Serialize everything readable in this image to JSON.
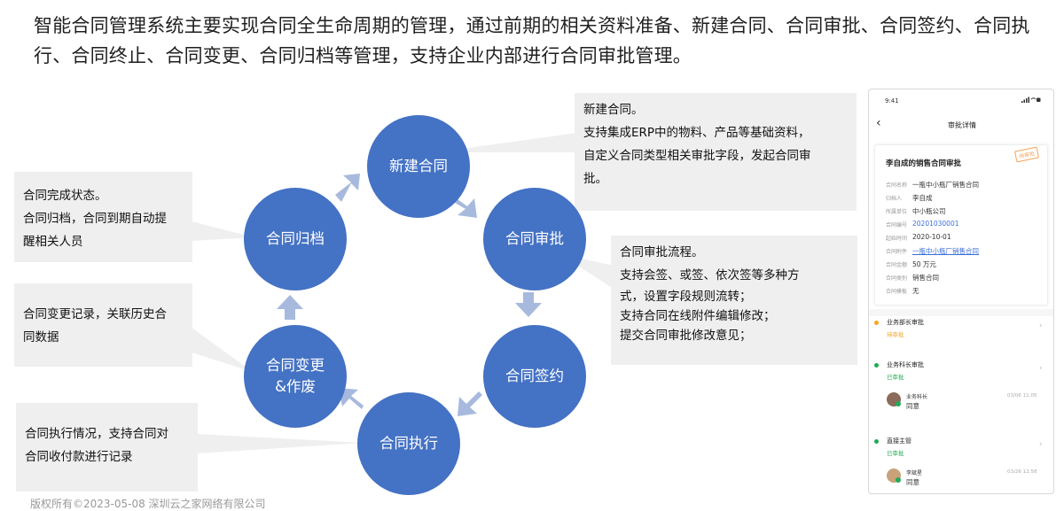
{
  "intro": "智能合同管理系统主要实现合同全生命周期的管理，通过前期的相关资料准备、新建合同、合同审批、合同签约、合同执行、合同终止、合同变更、合同归档等管理，支持企业内部进行合同审批管理。",
  "cycle": {
    "create": "新建合同",
    "approve": "合同审批",
    "sign": "合同签约",
    "execute": "合同执行",
    "change_line1": "合同变更",
    "change_line2": "&作废",
    "archive": "合同归档"
  },
  "callouts": {
    "create": [
      "新建合同。",
      "支持集成ERP中的物料、产品等基础资料，",
      "自定义合同类型相关审批字段，发起合同审",
      "批。"
    ],
    "approve": [
      "合同审批流程。",
      "支持会签、或签、依次签等多种方",
      "式，设置字段规则流转；",
      "支持合同在线附件编辑修改；",
      "提交合同审批修改意见；"
    ],
    "archive": [
      "合同完成状态。",
      "合同归档，合同到期自动提",
      "醒相关人员"
    ],
    "change": [
      "合同变更记录，关联历史合",
      "同数据"
    ],
    "execute": [
      "合同执行情况，支持合同对",
      "合同收付款进行记录"
    ]
  },
  "phone": {
    "time": "9:41",
    "status_icons": "signal-wifi-battery",
    "back": "‹",
    "title": "审批详情",
    "card_title": "李自成的销售合同审批",
    "stamp": "待审批",
    "fields": [
      {
        "label": "合同名称",
        "value": "一瓶中小瓶厂销售合同"
      },
      {
        "label": "归档人",
        "value": "李自成"
      },
      {
        "label": "所属单位",
        "value": "中小瓶公司"
      },
      {
        "label": "合同编号",
        "value": "20201030001"
      },
      {
        "label": "起始时间",
        "value": "2020-10-01"
      },
      {
        "label": "合同附件",
        "value": "一瓶中小瓶厂销售合同"
      },
      {
        "label": "合同金额",
        "value": "50 万元"
      },
      {
        "label": "合同类别",
        "value": "销售合同"
      },
      {
        "label": "合同模板",
        "value": "无"
      }
    ],
    "steps": [
      {
        "title": "业务部长审批",
        "status": "待审批",
        "color": "#f5a623"
      },
      {
        "title": "业务科长审批",
        "status": "已审批",
        "color": "#22aa55"
      },
      {
        "title": "直接主管",
        "status": "已审批",
        "color": "#22aa55"
      }
    ],
    "approvers": [
      {
        "name": "业务科长",
        "opinion": "同意",
        "time": "03/06 11:05"
      },
      {
        "name": "李斌星",
        "opinion": "同意",
        "time": "03/26 12:58"
      }
    ],
    "chevron": "›"
  },
  "colors": {
    "circle": "#4472c4",
    "arrow": "#a7b9dd",
    "callout": "#efefef"
  },
  "copyright": "版权所有©2023-05-08 深圳云之家网络有限公司"
}
